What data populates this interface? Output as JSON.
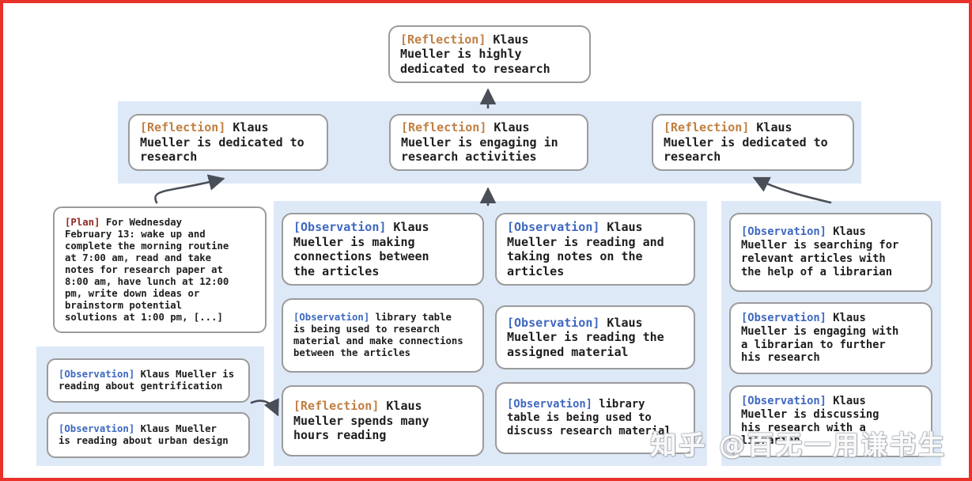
{
  "watermark": "知乎 @百无一用谦书生",
  "colors": {
    "frame_border": "#e9322a",
    "panel_blue": "#dee9f8",
    "card_border": "#9b9b9b",
    "reflection_tag": "#c17f42",
    "observation_tag": "#3e68c0",
    "plan_tag": "#8e2a21",
    "body_text": "#1d1d1f",
    "arrow": "#4a4f57"
  },
  "cards": {
    "root": {
      "tag": "[Reflection]",
      "text": " Klaus\nMueller is highly\ndedicated to research"
    },
    "refl_left": {
      "tag": "[Reflection]",
      "text": " Klaus\nMueller is dedicated to\nresearch"
    },
    "refl_center": {
      "tag": "[Reflection]",
      "text": " Klaus\nMueller is engaging in\nresearch activities"
    },
    "refl_right": {
      "tag": "[Reflection]",
      "text": " Klaus\nMueller is dedicated to\nresearch"
    },
    "plan": {
      "tag": "[Plan]",
      "text": " For Wednesday\nFebruary 13: wake up and\ncomplete the morning routine\nat 7:00 am, read and take\nnotes for research paper at\n8:00 am, have lunch at 12:00\npm, write down ideas or\nbrainstorm potential\nsolutions at 1:00 pm, [...]"
    },
    "obs_left_1": {
      "tag": "[Observation]",
      "text": " Klaus Mueller is\nreading about gentrification"
    },
    "obs_left_2": {
      "tag": "[Observation]",
      "text": " Klaus Mueller\nis reading about urban design"
    },
    "obs_mid_a1": {
      "tag": "[Observation]",
      "text": " Klaus\nMueller is making\nconnections between\nthe articles"
    },
    "obs_mid_a2": {
      "tag": "[Observation]",
      "text": " library table\nis being used to research\nmaterial and make connections\nbetween the articles"
    },
    "refl_mid_a3": {
      "tag": "[Reflection]",
      "text": " Klaus\nMueller spends many\nhours reading"
    },
    "obs_mid_b1": {
      "tag": "[Observation]",
      "text": " Klaus\nMueller is reading and\ntaking notes on the\narticles"
    },
    "obs_mid_b2": {
      "tag": "[Observation]",
      "text": " Klaus\nMueller is reading the\nassigned material"
    },
    "obs_mid_b3": {
      "tag": "[Observation]",
      "text": " library\ntable is being used to\ndiscuss research material"
    },
    "obs_right_1": {
      "tag": "[Observation]",
      "text": " Klaus\nMueller is searching for\nrelevant articles with\nthe help of a librarian"
    },
    "obs_right_2": {
      "tag": "[Observation]",
      "text": " Klaus\nMueller is engaging with\na librarian to further\nhis research"
    },
    "obs_right_3": {
      "tag": "[Observation]",
      "text": " Klaus\nMueller is discussing\nhis research with a\nlibrarian"
    }
  }
}
